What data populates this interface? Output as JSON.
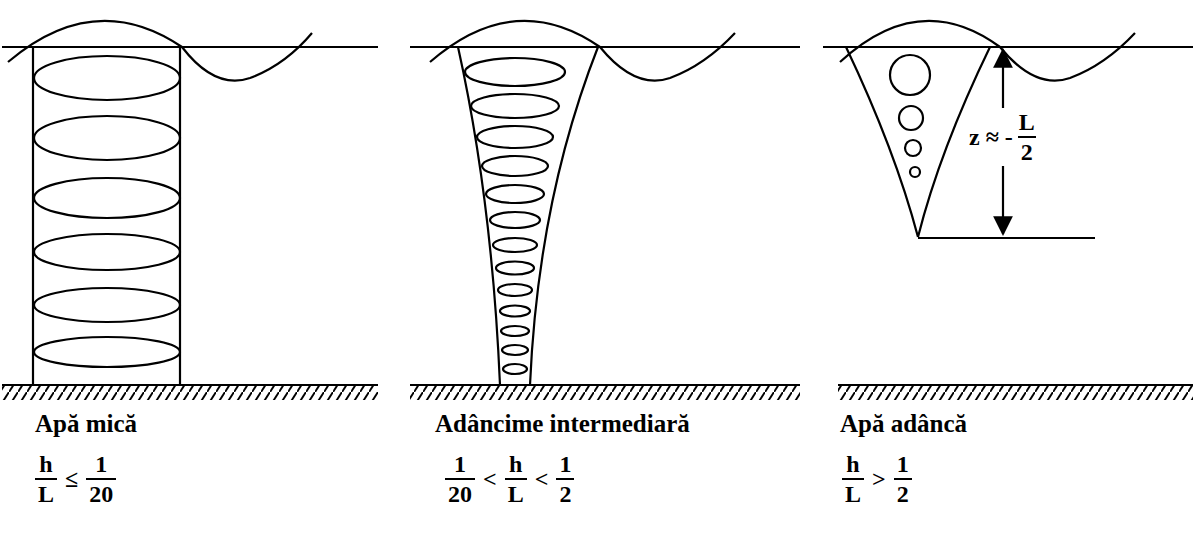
{
  "diagram": {
    "labels": [
      "Apă mică",
      "h",
      "L",
      "≤",
      "1",
      "20",
      "Adâncime intermediară",
      "1",
      "20",
      "<",
      "h",
      "L",
      "<",
      "1",
      "2",
      "Apă adâncă",
      "h",
      "L",
      ">",
      "1",
      "2",
      "z ≈ -",
      "L",
      "2"
    ]
  }
}
